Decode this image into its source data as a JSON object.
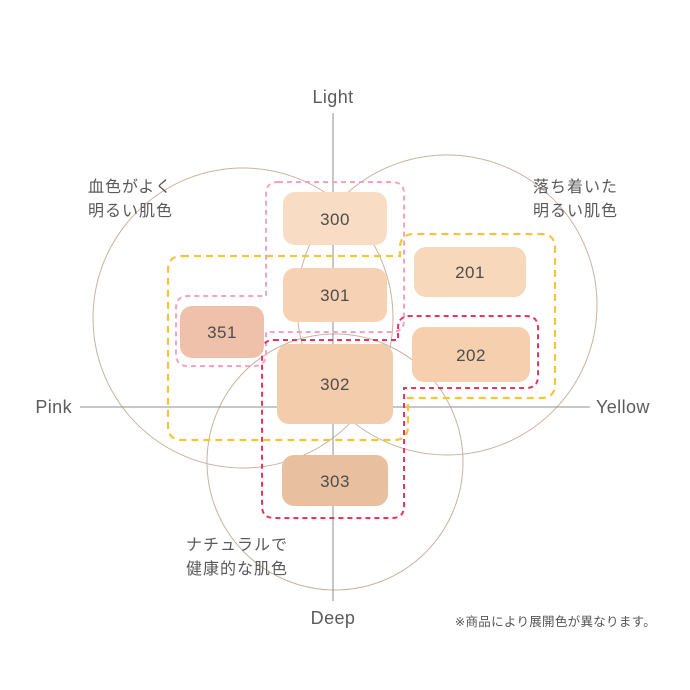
{
  "axes": {
    "top": "Light",
    "bottom": "Deep",
    "left": "Pink",
    "right": "Yellow"
  },
  "groups": [
    {
      "id": "pink",
      "label": "血色がよく\n明るい肌色",
      "color": "#f5a3c4"
    },
    {
      "id": "yellow",
      "label": "落ち着いた\n明るい肌色",
      "color": "#f2c53f"
    },
    {
      "id": "red",
      "label": "ナチュラルで\n健康的な肌色",
      "color": "#e6365b"
    }
  ],
  "swatches": [
    {
      "label": "300",
      "color": "#f9dcc4"
    },
    {
      "label": "201",
      "color": "#f7d8ba"
    },
    {
      "label": "301",
      "color": "#f6d1b3"
    },
    {
      "label": "351",
      "color": "#f0c1aa"
    },
    {
      "label": "202",
      "color": "#f5cfae"
    },
    {
      "label": "302",
      "color": "#f3ccab"
    },
    {
      "label": "303",
      "color": "#e9c09f"
    }
  ],
  "note": "※商品により展開色が異なります。",
  "decor": {
    "circle_color": "#c9b39e",
    "axis_color": "#8f8f8f"
  }
}
